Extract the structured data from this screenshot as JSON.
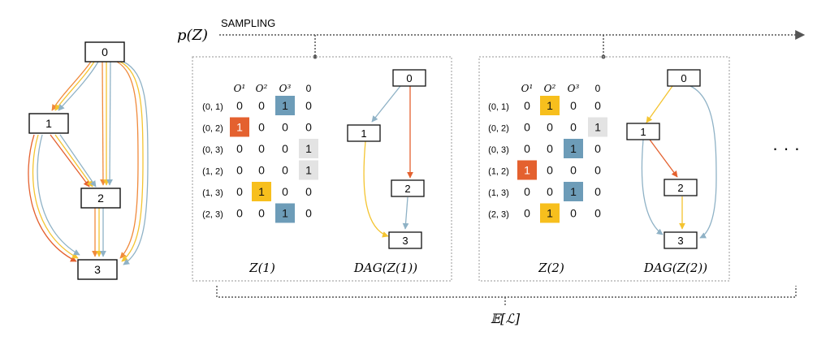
{
  "colors": {
    "orange": "#f08a3c",
    "yellow": "#f4c430",
    "blue": "#8fb2c6",
    "red": "#e4612f",
    "gray": "#e3e3e3",
    "mat_blue": "#6d9cb8",
    "mat_yellow": "#f7bf1d",
    "mat_red": "#e4612f"
  },
  "header": {
    "prior_label": "p(Z)",
    "sampling_label": "SAMPLING"
  },
  "supergraph": {
    "nodes": [
      "0",
      "1",
      "2",
      "3"
    ]
  },
  "matrix_headers": [
    "O¹",
    "O²",
    "O³",
    "0"
  ],
  "row_labels": [
    "(0, 1)",
    "(0, 2)",
    "(0, 3)",
    "(1, 2)",
    "(1, 3)",
    "(2, 3)"
  ],
  "samples": [
    {
      "matrix": [
        [
          "0",
          "0",
          "1",
          "0"
        ],
        [
          "1",
          "0",
          "0",
          "0"
        ],
        [
          "0",
          "0",
          "0",
          "1"
        ],
        [
          "0",
          "0",
          "0",
          "1"
        ],
        [
          "0",
          "1",
          "0",
          "0"
        ],
        [
          "0",
          "0",
          "1",
          "0"
        ]
      ],
      "z_label": "Z(1)",
      "dag_label": "DAG(Z(1))",
      "dag_nodes": [
        "0",
        "1",
        "2",
        "3"
      ]
    },
    {
      "matrix": [
        [
          "0",
          "1",
          "0",
          "0"
        ],
        [
          "0",
          "0",
          "0",
          "1"
        ],
        [
          "0",
          "0",
          "1",
          "0"
        ],
        [
          "1",
          "0",
          "0",
          "0"
        ],
        [
          "0",
          "0",
          "1",
          "0"
        ],
        [
          "0",
          "1",
          "0",
          "0"
        ]
      ],
      "z_label": "Z(2)",
      "dag_label": "DAG(Z(2))",
      "dag_nodes": [
        "0",
        "1",
        "2",
        "3"
      ]
    }
  ],
  "ellipsis": "· · ·",
  "expectation_label": "𝔼[ℒ]"
}
